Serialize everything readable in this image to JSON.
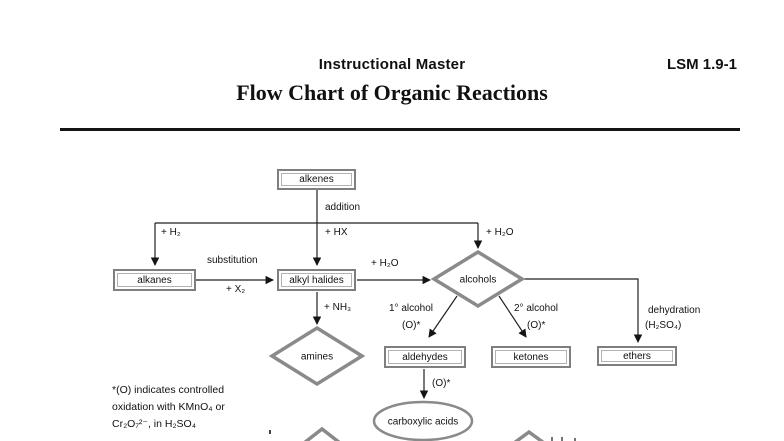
{
  "header": {
    "master_label": "Instructional Master",
    "code": "LSM 1.9-1",
    "title": "Flow Chart of Organic Reactions"
  },
  "nodes": {
    "alkenes": "alkenes",
    "alkanes": "alkanes",
    "alkyl_halides": "alkyl halides",
    "alcohols": "alcohols",
    "amines": "amines",
    "aldehydes": "aldehydes",
    "ketones": "ketones",
    "ethers": "ethers",
    "carboxylic_acids": "carboxylic acids"
  },
  "edge_labels": {
    "addition": "addition",
    "plus_h2": "+ H₂",
    "plus_hx": "+ HX",
    "plus_h2o_branch": "+ H₂O",
    "substitution": "substitution",
    "plus_x2": "+ X₂",
    "plus_h2o_mid": "+ H₂O",
    "plus_nh3": "+ NH₃",
    "primary_alcohol": "1° alcohol",
    "primary_oxidation": "(O)*",
    "secondary_alcohol": "2° alcohol",
    "secondary_oxidation": "(O)*",
    "dehydration": "dehydration",
    "dehydration_reagent": "(H₂SO₄)",
    "aldehyde_oxidation": "(O)*"
  },
  "relations": [
    {
      "from": "alkenes",
      "to": "alkanes",
      "label": "addition + H₂"
    },
    {
      "from": "alkenes",
      "to": "alkyl halides",
      "label": "addition + HX"
    },
    {
      "from": "alkenes",
      "to": "alcohols",
      "label": "addition + H₂O"
    },
    {
      "from": "alkanes",
      "to": "alkyl halides",
      "label": "substitution + X₂"
    },
    {
      "from": "alkyl halides",
      "to": "alcohols",
      "label": "+ H₂O"
    },
    {
      "from": "alkyl halides",
      "to": "amines",
      "label": "+ NH₃"
    },
    {
      "from": "alcohols",
      "to": "aldehydes",
      "label": "1° alcohol (O)*"
    },
    {
      "from": "alcohols",
      "to": "ketones",
      "label": "2° alcohol (O)*"
    },
    {
      "from": "alcohols",
      "to": "ethers",
      "label": "dehydration (H₂SO₄)"
    },
    {
      "from": "aldehydes",
      "to": "carboxylic acids",
      "label": "(O)*"
    }
  ],
  "footnote": {
    "line1": "*(O) indicates controlled",
    "line2": "oxidation with KMnO₄ or",
    "line3": "Cr₂O₇²⁻, in H₂SO₄"
  },
  "colors": {
    "shape_border": "#8a8a8a",
    "connector": "#1c1c1c",
    "text": "#111111"
  }
}
